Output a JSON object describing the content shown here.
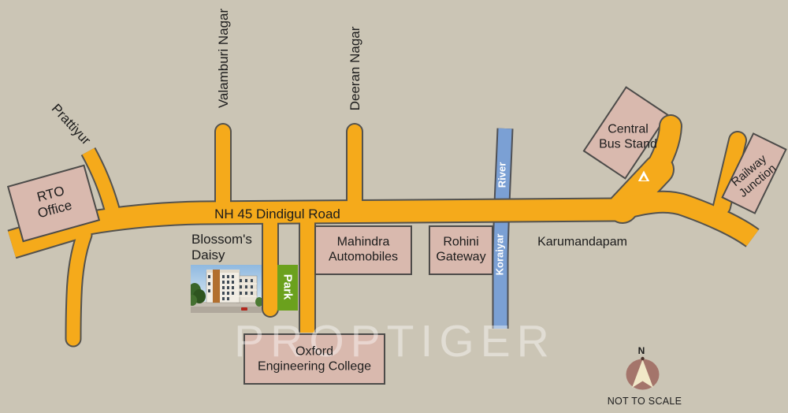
{
  "map": {
    "watermark": "PROPTIGER",
    "scale_note": "NOT TO SCALE",
    "compass_label": "N",
    "roads": {
      "nh45": "NH 45 Dindigul Road",
      "prattiyur": "Prattiyur",
      "valamburi_nagar": "Valamburi Nagar",
      "deeran_nagar": "Deeran Nagar"
    },
    "river": {
      "upper_label": "River",
      "lower_label": "Koraiyar"
    },
    "area_label": "Karumandapam",
    "project": {
      "name_line1": "Blossom's",
      "name_line2": "Daisy"
    },
    "landmarks": {
      "rto": {
        "line1": "RTO",
        "line2": "Office"
      },
      "mahindra": {
        "line1": "Mahindra",
        "line2": "Automobiles"
      },
      "rohini": {
        "line1": "Rohini",
        "line2": "Gateway"
      },
      "oxford": {
        "line1": "Oxford",
        "line2": "Engineering College"
      },
      "bus_stand": {
        "line1": "Central",
        "line2": "Bus Stand"
      },
      "railway": {
        "line1": "Railway",
        "line2": "Junction"
      },
      "park": "Park"
    },
    "colors": {
      "background": "#cbc5b5",
      "road_fill": "#f5aa1b",
      "road_casing": "#53524f",
      "river": "#7ba0d4",
      "landmark_fill": "#d9b9ae",
      "landmark_border": "#4c4b49",
      "park_green": "#6ba11d",
      "compass_disc": "#a4756b",
      "label_text": "#1c1c1c"
    }
  }
}
